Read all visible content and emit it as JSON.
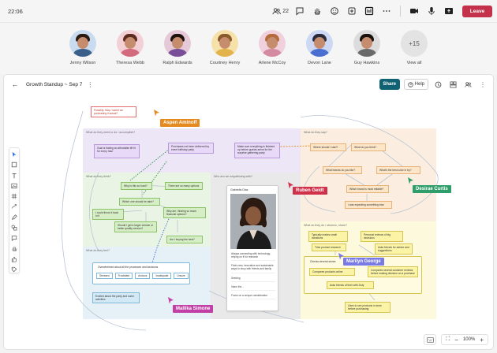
{
  "topbar": {
    "time": "22:06",
    "participant_count": "22",
    "leave_label": "Leave",
    "icons": [
      "people-icon",
      "chat-icon",
      "raise-hand-icon",
      "reactions-icon",
      "add-app-icon",
      "whiteboard-icon",
      "more-icon",
      "camera-icon",
      "mic-icon",
      "share-screen-icon"
    ]
  },
  "participants": [
    {
      "name": "Jenny Wilson",
      "hair": "#2b1a12",
      "shirt": "#3a5f8a",
      "bg": "#c9dcef"
    },
    {
      "name": "Theresa Webb",
      "hair": "#5a2d1e",
      "shirt": "#d46a7e",
      "bg": "#f3cfd6"
    },
    {
      "name": "Ralph Edwards",
      "hair": "#1e120c",
      "shirt": "#7a4f9a",
      "bg": "#e6c9d8"
    },
    {
      "name": "Courtney Henry",
      "hair": "#8a5a2a",
      "shirt": "#e2b34a",
      "bg": "#f6e2a8"
    },
    {
      "name": "Arlene McCoy",
      "hair": "#b46a3a",
      "shirt": "#d48aa0",
      "bg": "#f0d0dc"
    },
    {
      "name": "Devon Lane",
      "hair": "#2a2a3a",
      "shirt": "#4a6fd0",
      "bg": "#cdd8f4"
    },
    {
      "name": "Guy Hawkins",
      "hair": "#1a120c",
      "shirt": "#6a6a6a",
      "bg": "#dcdcdc"
    }
  ],
  "more_participants": {
    "label": "+15",
    "caption": "View all"
  },
  "whiteboard": {
    "title": "Growth Standup ~ Sep 7",
    "share_label": "Share",
    "help_label": "Help",
    "zoom_level": "100%",
    "regions": {
      "do": "What do they need to do / accomplish?",
      "say": "What do they say?",
      "think": "What do they think?",
      "feel": "What do they feel?",
      "empathize": "Who are we empathizing with?",
      "hear": "What do they do / observe, share?"
    },
    "persona_name": "Gabriella Diaz",
    "persona_lines": [
      "Always connecting with technology, relying on it for research",
      "Finds new, innovative and sustainable ways to shop with friends and family",
      "Seeking",
      "Value the...",
      "Focus on a unique consideration"
    ],
    "notes": {
      "red": "Possibly: Map / sweet we purchasing it actual?",
      "do1": "Goal is finding an affordable lift fit for every haul",
      "do2": "Purchases not been delivered by event birthday party",
      "do3": "Make sure everything is finished up before guests arrive for the surprise gathering party",
      "say1": "Where should I start?",
      "say2": "What do you think?",
      "say3": "What brands do you like?",
      "say4": "What's the best color in try?",
      "say5": "Which brand is most reliable?",
      "say6": "I was expecting something else",
      "think1": "Why is this so hard?",
      "think2": "There are so many options",
      "think3": "Which one should be take?",
      "think4": "I could throw it back in it",
      "think5": "Why am I finding so much financial options?",
      "think6": "Should I get a larger version or better quality version?",
      "think7": "Am I buying the best?",
      "feel1": "Overwhelmed about all the processes and decisions",
      "feel_tags": [
        "Stressed",
        "Frustrated",
        "Anxious",
        "Inadequate",
        "Unsure"
      ],
      "feel2": "Excited about the party and some activities",
      "hear1": "Typically makes small donations",
      "hear2": "Personal reviews of big decisions",
      "hear3": "Tries product research",
      "hear4": "Asks friends for advice and suggestions",
      "hear5": "Checks several stores",
      "hear6": "Compares products online",
      "hear7": "Compares several customer reviews before making decision on a purchase",
      "hear8": "Asks friends of their with Duty",
      "hear9": "Likes to see products in store before purchasing"
    }
  },
  "cursors": [
    {
      "name": "Aspen Aminoff",
      "color": "#e58a1f"
    },
    {
      "name": "Ruben Geidt",
      "color": "#d0314a"
    },
    {
      "name": "Desirae Curtis",
      "color": "#2f9e6a"
    },
    {
      "name": "Marilyn George",
      "color": "#7a7ae6"
    },
    {
      "name": "Mallika Simone",
      "color": "#c23fa6"
    }
  ]
}
